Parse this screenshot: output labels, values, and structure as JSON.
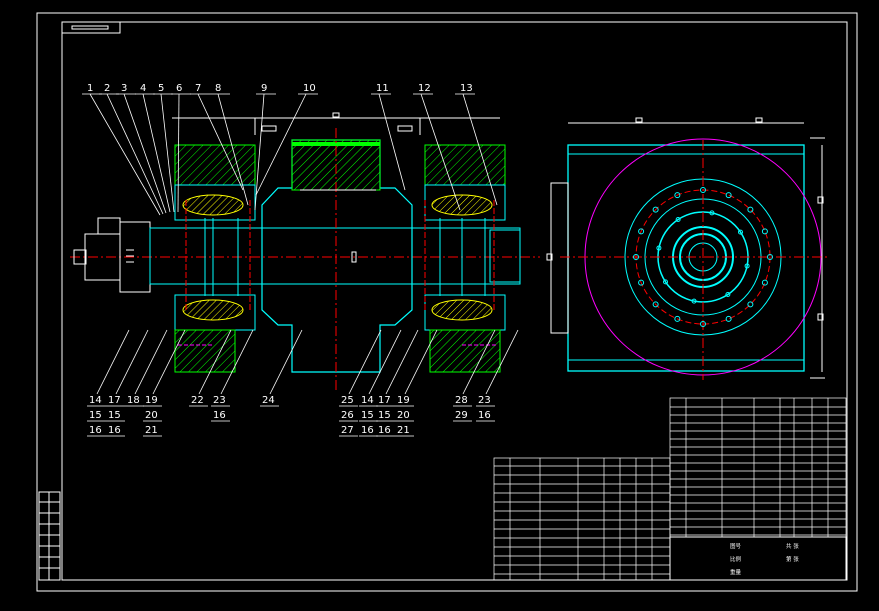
{
  "drawing": {
    "top_labels": [
      {
        "id": "1",
        "text": "1"
      },
      {
        "id": "2",
        "text": "2"
      },
      {
        "id": "3",
        "text": "3"
      },
      {
        "id": "4",
        "text": "4"
      },
      {
        "id": "5",
        "text": "5"
      },
      {
        "id": "6",
        "text": "6"
      },
      {
        "id": "7",
        "text": "7"
      },
      {
        "id": "8",
        "text": "8"
      },
      {
        "id": "9",
        "text": "9"
      },
      {
        "id": "10",
        "text": "10"
      },
      {
        "id": "11",
        "text": "11"
      },
      {
        "id": "12",
        "text": "12"
      },
      {
        "id": "13",
        "text": "13"
      }
    ],
    "bottom_labels": [
      [
        "14",
        "15",
        "16"
      ],
      [
        "17",
        "15",
        "16"
      ],
      [
        "18"
      ],
      [
        "19",
        "20",
        "21"
      ],
      [
        "22"
      ],
      [
        "23",
        "16"
      ],
      [
        "24"
      ],
      [
        "25",
        "26",
        "27"
      ],
      [
        "14",
        "15",
        "16"
      ],
      [
        "17",
        "15",
        "16"
      ],
      [
        "19",
        "20",
        "21"
      ],
      [
        "28",
        "29"
      ],
      [
        "23",
        "16"
      ]
    ],
    "title_block": {
      "cell_a": "图号",
      "cell_b": "比例",
      "cell_c": "重量",
      "cell_d": "共 张",
      "cell_e": "第 张"
    }
  }
}
